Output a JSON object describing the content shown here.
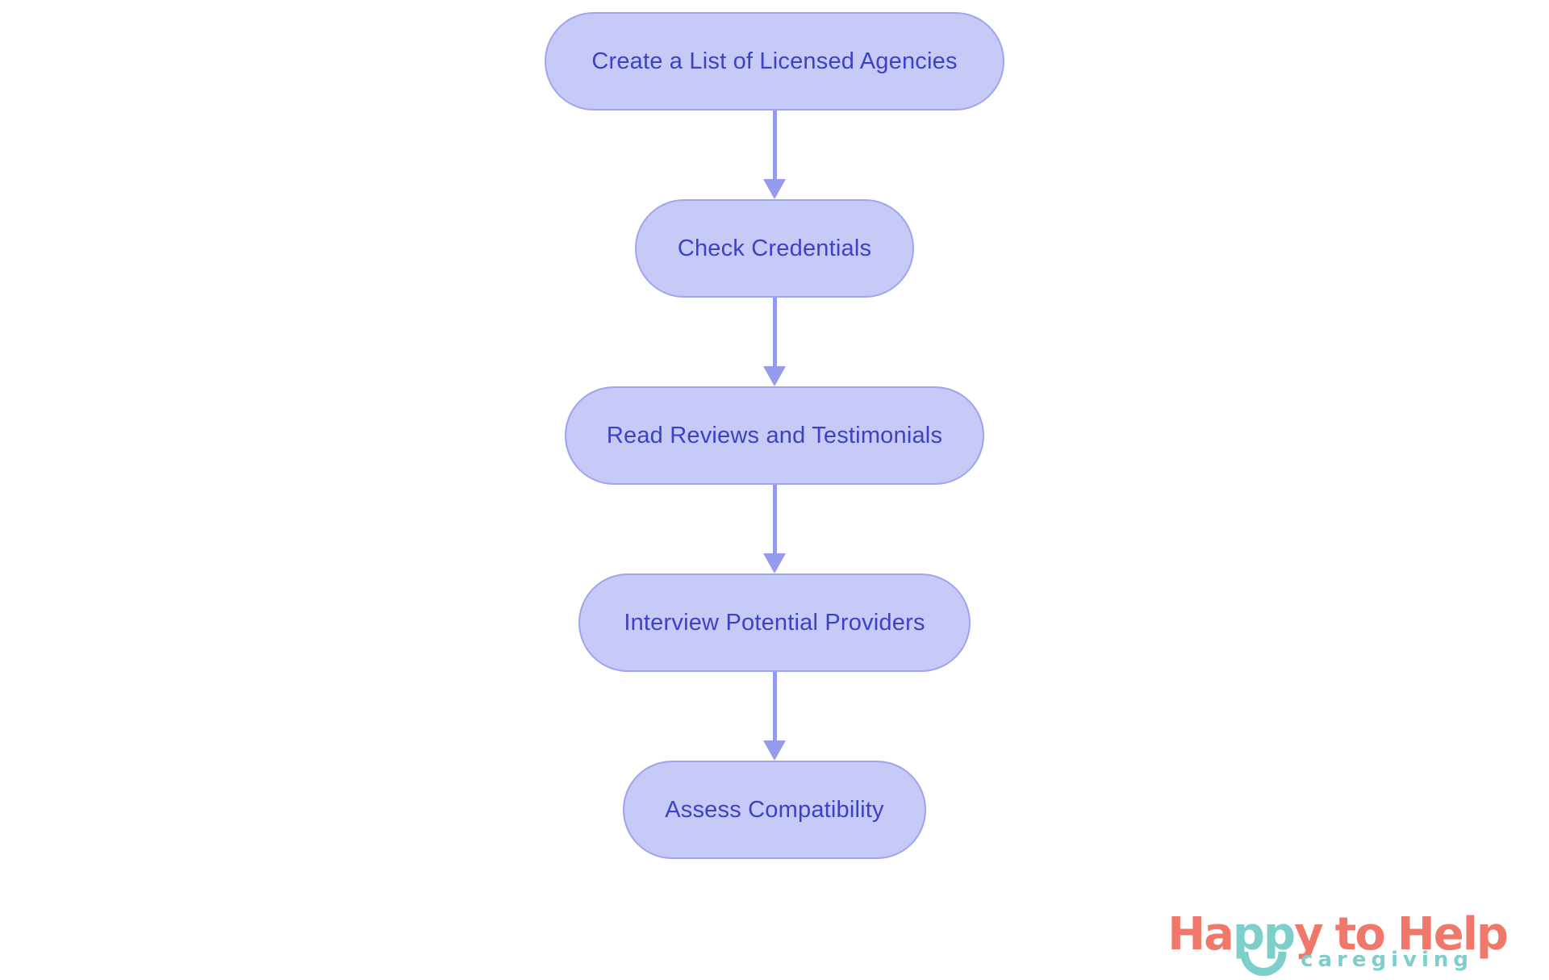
{
  "flowchart": {
    "nodes": [
      "Create a List of Licensed Agencies",
      "Check Credentials",
      "Read Reviews and Testimonials",
      "Interview Potential Providers",
      "Assess Compatibility"
    ],
    "edges": [
      [
        0,
        1
      ],
      [
        1,
        2
      ],
      [
        2,
        3
      ],
      [
        3,
        4
      ]
    ],
    "colors": {
      "node_fill": "#c7c9f6",
      "node_border": "#9da4f0",
      "node_text": "#3c42c5",
      "arrow": "#949bed",
      "background": "#ffffff"
    }
  },
  "logo": {
    "word1_part1": "Ha",
    "word1_part2": "pp",
    "word1_part3": "y",
    "word2": "to",
    "word3": "Help",
    "tagline": "caregiving",
    "smile_icon": "smile-arc",
    "colors": {
      "coral": "#f0786b",
      "teal": "#7ccfcb"
    }
  }
}
